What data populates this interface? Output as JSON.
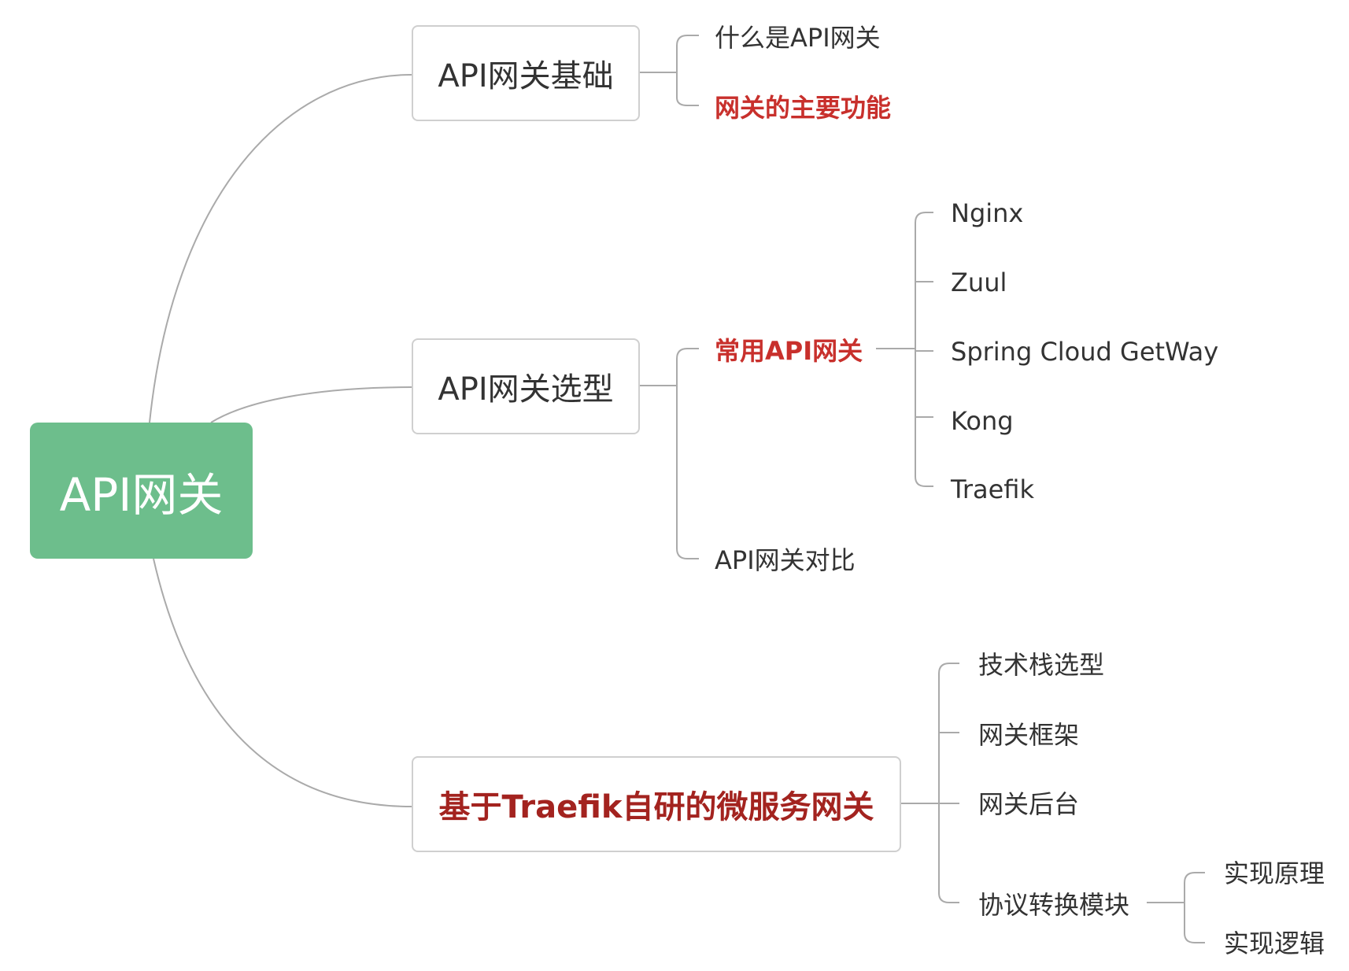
{
  "colors": {
    "root_fill": "#6dbe8c",
    "highlight": "#c8302c",
    "branch_highlight": "#a3231f",
    "line": "#aaaaaa"
  },
  "root": {
    "label": "API网关"
  },
  "branches": {
    "basics": {
      "label": "API网关基础",
      "children": [
        "什么是API网关",
        "网关的主要功能"
      ]
    },
    "selection": {
      "label": "API网关选型",
      "common": {
        "label": "常用API网关",
        "items": [
          "Nginx",
          "Zuul",
          "Spring Cloud GetWay",
          "Kong",
          "Traefik"
        ]
      },
      "compare": "API网关对比"
    },
    "custom": {
      "label": "基于Traefik自研的微服务网关",
      "children": [
        "技术栈选型",
        "网关框架",
        "网关后台"
      ],
      "protocol": {
        "label": "协议转换模块",
        "items": [
          "实现原理",
          "实现逻辑"
        ]
      }
    }
  }
}
